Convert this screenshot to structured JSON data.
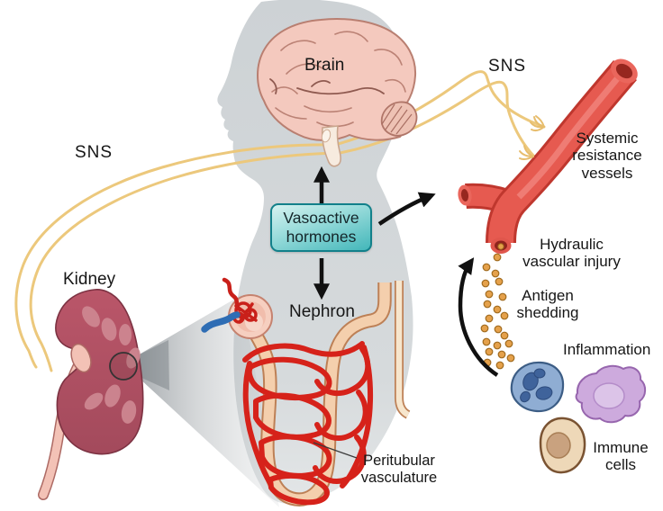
{
  "figure": {
    "labels": {
      "brain": "Brain",
      "sns_left": "SNS",
      "sns_right": "SNS",
      "kidney": "Kidney",
      "nephron": "Nephron",
      "vasoactive_hormones": "Vasoactive hormones",
      "systemic_resistance_vessels": "Systemic resistance vessels",
      "hydraulic_vascular_injury": "Hydraulic vascular injury",
      "antigen_shedding": "Antigen shedding",
      "inflammation": "Inflammation",
      "immune_cells": "Immune cells",
      "peritubular_vasculature": "Peritubular vasculature"
    },
    "colors": {
      "hormone_box_fill": "#43b7ba",
      "hormone_box_border": "#12808a",
      "vessel_red": "#e65a50",
      "capillary_red": "#d6221a",
      "nerve_yellow": "#ecc87c",
      "kidney_rose": "#b25060",
      "silhouette_gray": "#d1d5d8",
      "antigen_orange": "#e5a14b",
      "immune_cell_blue": "#8fadd3",
      "immune_cell_purple": "#cdaadd",
      "immune_cell_tan": "#eed8b8",
      "label_text": "#161616"
    }
  }
}
